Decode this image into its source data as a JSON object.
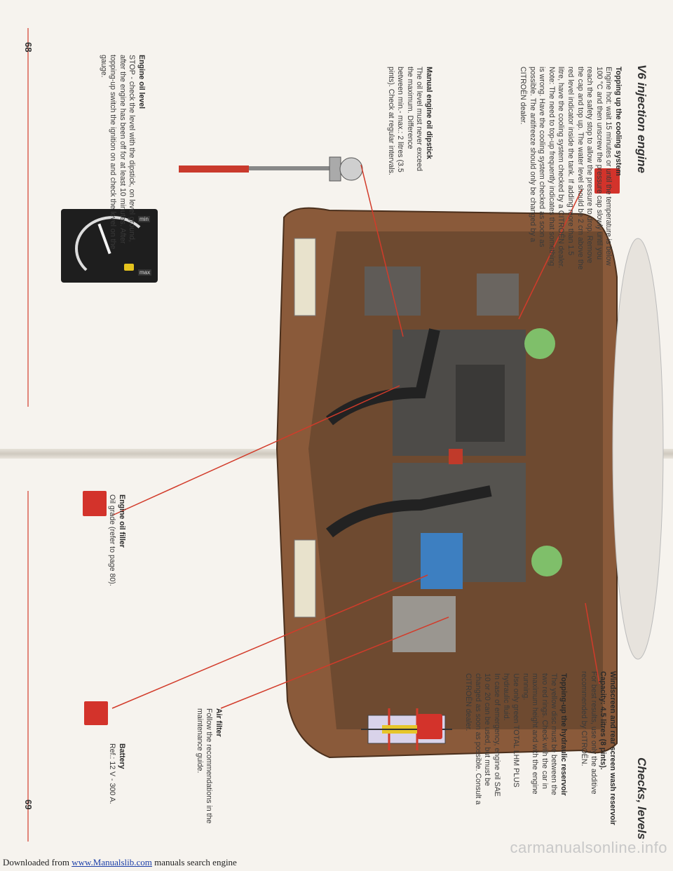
{
  "left_page": {
    "title": "V6 injection engine",
    "page_number": "68",
    "cooling": {
      "heading": "Topping up the cooling system",
      "body": "Engine hot: wait 15 minutes or until the temperature is below 100 °C and then unscrew the pressure cap slowly until you reach the safety stop to allow the pressure to drop. Remove the cap and top up. The water level should be 2 cm above the red level indicator inside the tank. If adding more than 1.5 litre, have the cooling system checked by a CITROËN dealer. Note: The need to top-up frequently indicates that something is wrong. Have the cooling system checked as soon as possible. The antifreeze should only be changed by a CITROËN dealer."
    },
    "dipstick": {
      "heading": "Manual engine oil dipstick",
      "body": "The oil level must never exceed the maximum. Difference between min.- max.: 2 litres (3.5 pints). Check at regular intervals."
    },
    "oil_level": {
      "heading": "Engine oil level",
      "body": "STOP - check the level with the dipstick, on level ground, after the engine has been off for at least 10 minutes. After topping-up switch the ignition on and check the level on the gauge."
    }
  },
  "right_page": {
    "title": "Checks, levels",
    "page_number": "69",
    "filler": {
      "heading": "Engine oil filler",
      "body": "Oil grade (refer to page 80)."
    },
    "washer": {
      "heading": "Windscreen and rear screen wash reservoir",
      "capacity": "Capacity: 4.5 litres (8 pints).",
      "body": "For best results, use only the additive recommended by CITROËN."
    },
    "hydraulic": {
      "heading": "Topping-up the hydraulic reservoir",
      "body1": "The yellow disc must be between the two red rings. Check with the car in maximum height and with the engine running.",
      "body2": "Use only green TOTAL LHM PLUS hydraulic fluid.",
      "body3": "In case of emergency, engine oil SAE 10 or 20 can be used, but must be changed as soon as possible. Consult a CITROËN dealer."
    },
    "air_filter": {
      "heading": "Air filter",
      "body": "Follow the recommendations in the maintenance guide."
    },
    "battery": {
      "heading": "Battery",
      "body": "Ref.: 12 V - 300 A."
    }
  },
  "gauge": {
    "max_label": "max",
    "min_label": "min"
  },
  "footer": {
    "prefix": "Downloaded from",
    "link": "www.Manualslib.com",
    "suffix": "manuals search engine"
  },
  "watermark": "carmanualsonline.info",
  "colors": {
    "accent_red": "#d23b2a",
    "body_bronze": "#8a5a3a",
    "hydraulic_green": "#7fbf6a"
  }
}
